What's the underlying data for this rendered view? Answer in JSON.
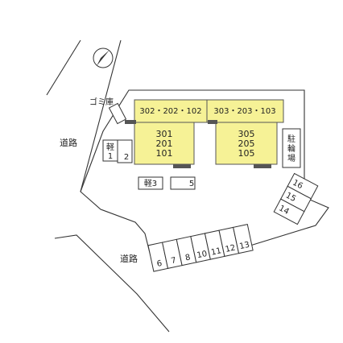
{
  "compass": {
    "icon": "north-arrow-icon"
  },
  "roads": [
    {
      "label": "道路"
    },
    {
      "label": "道路"
    }
  ],
  "garbage": {
    "label": "ゴミ庫"
  },
  "buildings": [
    {
      "label": "302・202・102"
    },
    {
      "label": "303・203・103"
    },
    {
      "lines": [
        "301",
        "201",
        "101"
      ]
    },
    {
      "lines": [
        "305",
        "205",
        "105"
      ]
    }
  ],
  "bicycle": {
    "label": "駐輪場"
  },
  "parking": {
    "kei1": {
      "lines": [
        "軽",
        "1"
      ]
    },
    "p2": "2",
    "kei3": "軽3",
    "p5": "5",
    "row": [
      "6",
      "7",
      "8",
      "10",
      "11",
      "12",
      "13"
    ],
    "side": [
      "16",
      "15",
      "14"
    ]
  },
  "colors": {
    "building": "#f6f296",
    "line": "#333333"
  }
}
